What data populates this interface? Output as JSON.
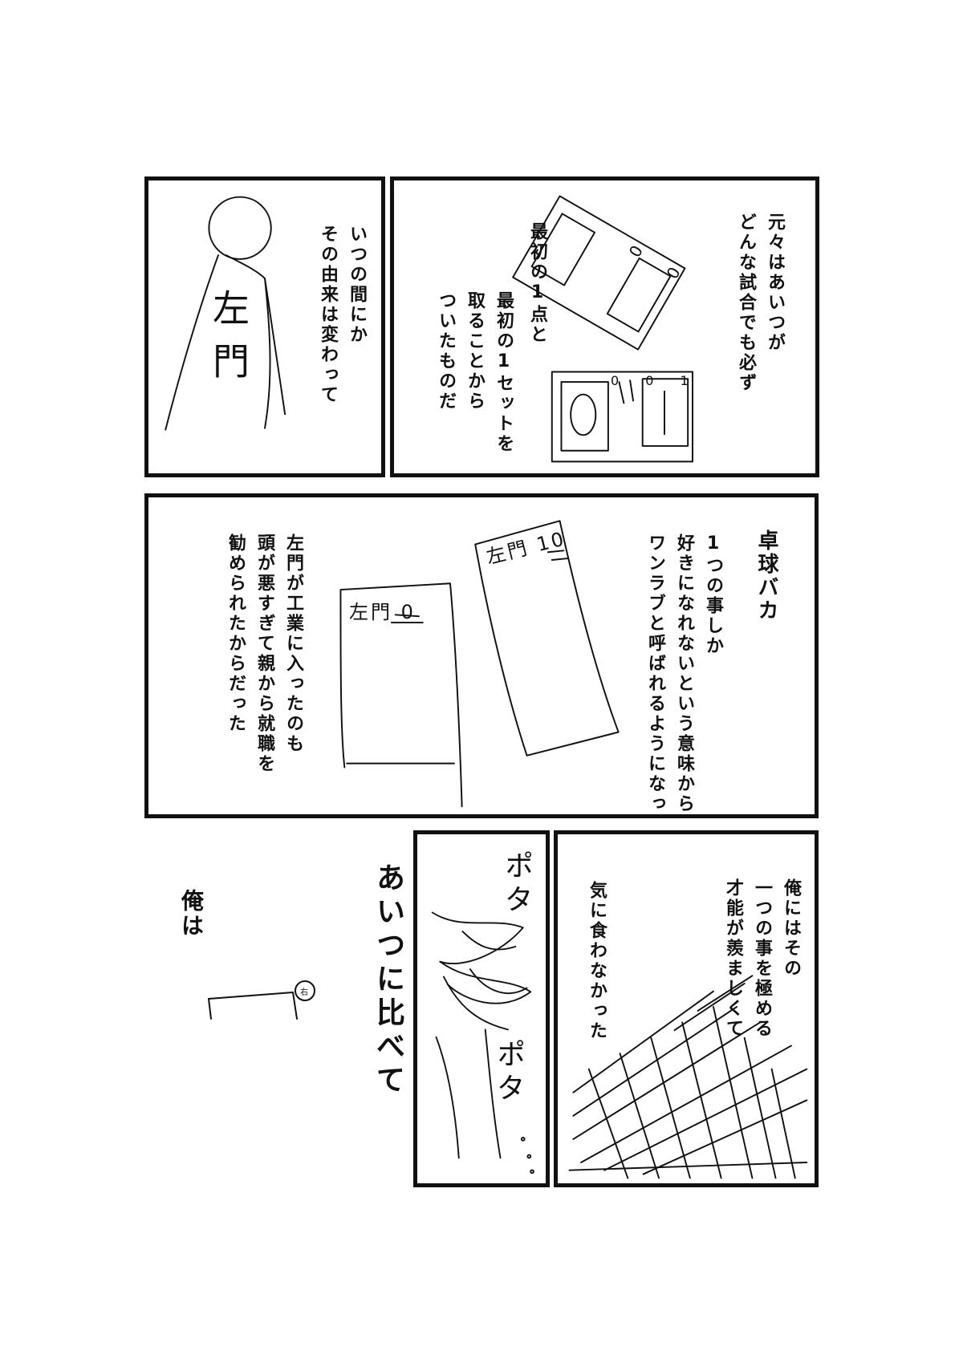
{
  "page": {
    "panel1": {
      "text": "いつの間にか\nその由来は変わって",
      "sign_text": "左門"
    },
    "panel2": {
      "text_right": "元々はあいつが\nどんな試合でも必ず",
      "text_mid": "最初の1点と",
      "text_left": "最初の1セットを\n取ることから\nついたものだ",
      "scoreboard_top": "0 0",
      "scoreboard_bottom": "0 0 1"
    },
    "panel3": {
      "title": "卓球バカ",
      "text_right": "1つの事しか\n好きになれないという意味から\nワンラブと呼ばれるようになった",
      "text_left": "左門が工業に入ったのも\n頭が悪すぎて親から就職を\n勧められたからだった",
      "paper1": "左門 10",
      "paper2": "左門 0"
    },
    "panel4": {
      "text": "俺にはその\n一つの事を極める\n才能が羨ましくて",
      "text2": "気に食わなかった"
    },
    "panel5": {
      "sfx_top": "ポタ",
      "sfx_bottom": "ポタ"
    },
    "outside": {
      "text_compare": "あいつに比べて",
      "text_ore": "俺は",
      "head_mark": "右"
    }
  }
}
